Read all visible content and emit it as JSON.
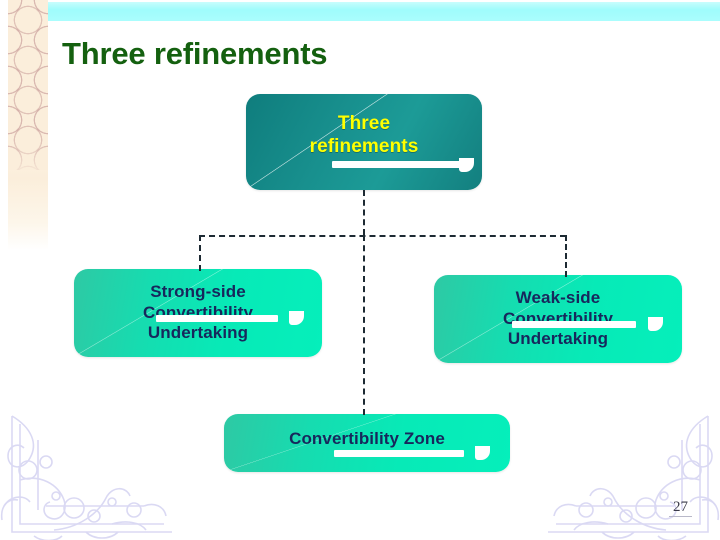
{
  "slide": {
    "title": "Three refinements",
    "page_number": "27",
    "title_color": "#14600f",
    "top_band_color": "#9ffcfc",
    "background_color": "#ffffff"
  },
  "diagram": {
    "type": "hierarchy",
    "connector_style": "dashed",
    "connector_color": "#1d2a33",
    "nodes": [
      {
        "id": "root",
        "label": "Three\nrefinements",
        "line1": "Three",
        "line2": "refinements",
        "fill_color": "#18908e",
        "text_color": "#ffff00",
        "level": 0
      },
      {
        "id": "strong-side",
        "label": "Strong-side Convertibility Undertaking",
        "line1": "Strong-side",
        "line2": "Convertibility",
        "line3": "Undertaking",
        "fill_color": "#07eab7",
        "text_color": "#17275c",
        "level": 1
      },
      {
        "id": "weak-side",
        "label": "Weak-side Convertibility Undertaking",
        "line1": "Weak-side",
        "line2": "Convertibility",
        "line3": "Undertaking",
        "fill_color": "#07eab7",
        "text_color": "#17275c",
        "level": 1
      },
      {
        "id": "convertibility-zone",
        "label": "Convertibility Zone",
        "line1": "Convertibility Zone",
        "fill_color": "#07eab7",
        "text_color": "#17275c",
        "level": 2
      }
    ]
  },
  "decoration": {
    "left_band_pattern": "interlocking-circles-ornament",
    "left_band_color": "#fbeedb",
    "corner_ornament_color": "#b9b6e8",
    "corner_ornament_name": "filigree-corner-ornament"
  }
}
